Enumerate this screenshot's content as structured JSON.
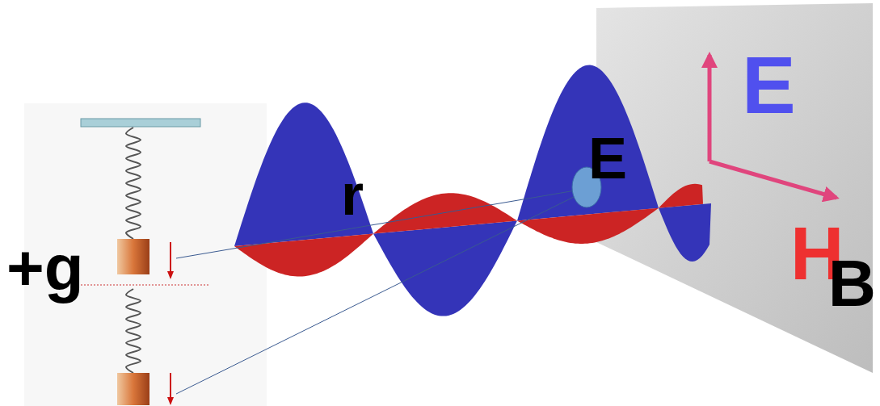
{
  "diagram": {
    "labels": [
      "+g",
      "r",
      "E",
      "E",
      "H",
      "B"
    ]
  }
}
